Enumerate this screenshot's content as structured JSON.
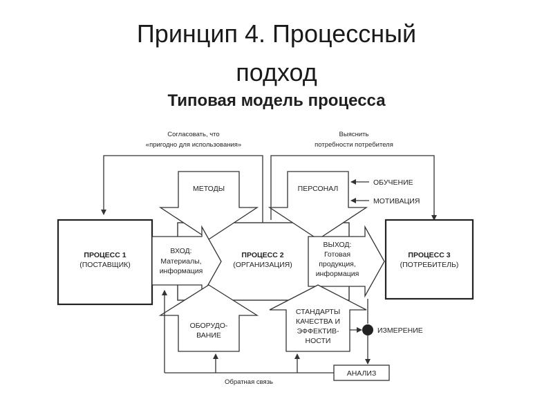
{
  "title": {
    "line1": "Принцип 4. Процессный",
    "line2": "подход",
    "subtitle": "Типовая модель процесса"
  },
  "diagram": {
    "process1": {
      "line1": "ПРОЦЕСС 1",
      "line2": "(ПОСТАВЩИК)"
    },
    "process2": {
      "line1": "ПРОЦЕСС 2",
      "line2": "(ОРГАНИЗАЦИЯ)"
    },
    "process3": {
      "line1": "ПРОЦЕСС 3",
      "line2": "(ПОТРЕБИТЕЛЬ)"
    },
    "input": {
      "line1": "ВХОД:",
      "line2": "Материалы,",
      "line3": "информация"
    },
    "output": {
      "line1": "ВЫХОД:",
      "line2": "Готовая",
      "line3": "продукция,",
      "line4": "информация"
    },
    "methods": "МЕТОДЫ",
    "personnel": "ПЕРСОНАЛ",
    "equipment": {
      "line1": "ОБОРУДО-",
      "line2": "ВАНИЕ"
    },
    "standards": {
      "line1": "СТАНДАРТЫ",
      "line2": "КАЧЕСТВА И",
      "line3": "ЭФФЕКТИВ-",
      "line4": "НОСТИ"
    },
    "training": "ОБУЧЕНИЕ",
    "motivation": "МОТИВАЦИЯ",
    "measurement": "ИЗМЕРЕНИЕ",
    "analysis": "АНАЛИЗ",
    "feedback": "Обратная связь",
    "agree_note": {
      "line1": "Согласовать, что",
      "line2": "«пригодно для использования»"
    },
    "find_out_note": {
      "line1": "Выяснить",
      "line2": "потребности потребителя"
    }
  }
}
